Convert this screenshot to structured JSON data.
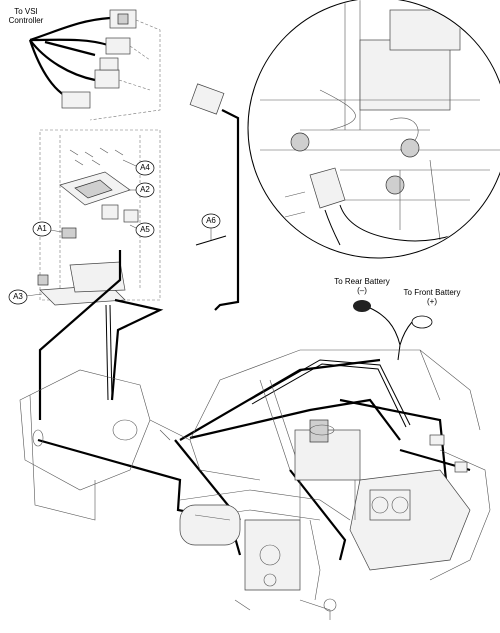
{
  "labels": {
    "vsi_controller": [
      "To VSI",
      "Controller"
    ],
    "rear_battery": [
      "To Rear Battery",
      "(–)"
    ],
    "front_battery": [
      "To Front Battery",
      "(+)"
    ]
  },
  "callouts": {
    "a1": "A1",
    "a2": "A2",
    "a3": "A3",
    "a4": "A4",
    "a5": "A5",
    "a6": "A6"
  }
}
